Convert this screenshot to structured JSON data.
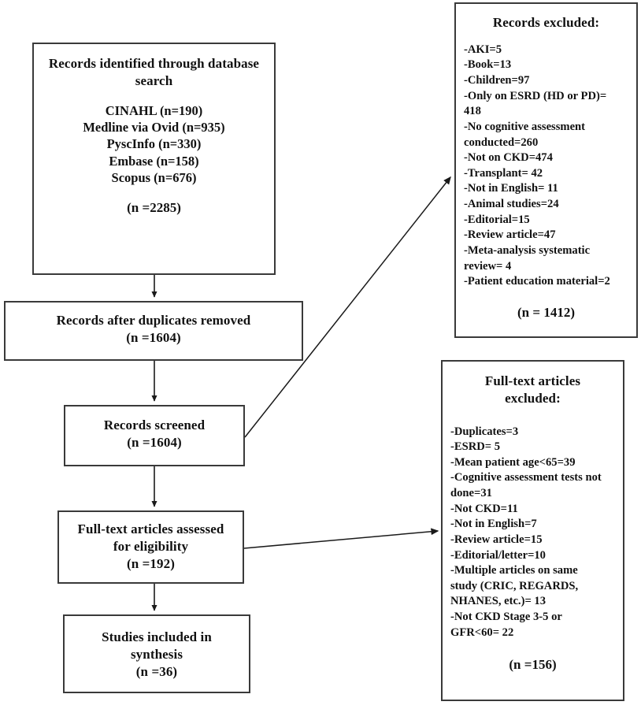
{
  "diagram": {
    "type": "prisma-flow-diagram",
    "title": "PRISMA study selection flow diagram"
  },
  "boxes": {
    "identified": {
      "heading": [
        "Records identified through database",
        "search"
      ],
      "sources": [
        "CINAHL (n=190)",
        "Medline via Ovid (n=935)",
        "PyscInfo (n=330)",
        "Embase (n=158)",
        "Scopus (n=676)"
      ],
      "total": "(n =2285)"
    },
    "duplicates_removed": {
      "lines": [
        "Records after duplicates removed",
        "(n =1604)"
      ]
    },
    "screened": {
      "lines": [
        "Records screened",
        "(n =1604)"
      ]
    },
    "fulltext_assessed": {
      "lines": [
        "Full-text articles assessed",
        "for eligibility",
        "(n =192)"
      ]
    },
    "included": {
      "lines": [
        "Studies included in",
        "synthesis",
        "(n =36)"
      ]
    },
    "records_excluded": {
      "heading": [
        "Records excluded:"
      ],
      "reasons": [
        "-AKI=5",
        "-Book=13",
        "-Children=97",
        "-Only on ESRD (HD or PD)=",
        "418",
        "-No cognitive assessment",
        "conducted=260",
        "-Not on CKD=474",
        "-Transplant= 42",
        "-Not in English= 11",
        "-Animal studies=24",
        "-Editorial=15",
        "-Review article=47",
        "-Meta-analysis systematic",
        "review= 4",
        "-Patient education material=2"
      ],
      "total": "(n = 1412)"
    },
    "fulltext_excluded": {
      "heading": [
        "Full-text articles",
        "excluded:"
      ],
      "reasons": [
        "-Duplicates=3",
        "-ESRD= 5",
        "-Mean patient age<65=39",
        "-Cognitive assessment tests not",
        "done=31",
        "-Not CKD=11",
        "-Not in English=7",
        "-Review article=15",
        "-Editorial/letter=10",
        "-Multiple articles on same",
        "study (CRIC, REGARDS,",
        "NHANES, etc.)= 13",
        "-Not CKD Stage 3-5 or",
        "GFR<60= 22"
      ],
      "total": "(n =156)"
    }
  },
  "colors": {
    "box_border": "#3a3a3a",
    "arrow": "#1a1a1a",
    "background": "#ffffff",
    "text": "#111111"
  }
}
